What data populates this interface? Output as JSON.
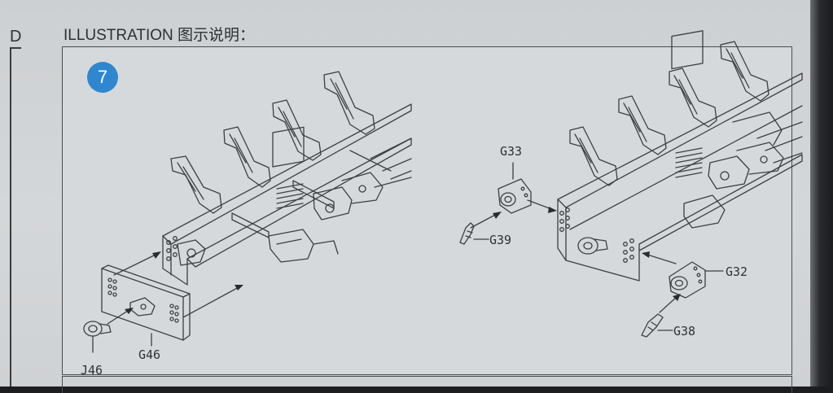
{
  "header": {
    "section_letter": "D",
    "title": "ILLUSTRATION 图示说明："
  },
  "step": {
    "number": "7"
  },
  "parts": {
    "g33": "G33",
    "g39": "G39",
    "g32": "G32",
    "g38": "G38",
    "g46": "G46",
    "j46": "J46"
  },
  "colors": {
    "badge": "#2e87cf",
    "line_art": "#3d3f41",
    "paper": "#d4d7d9"
  }
}
